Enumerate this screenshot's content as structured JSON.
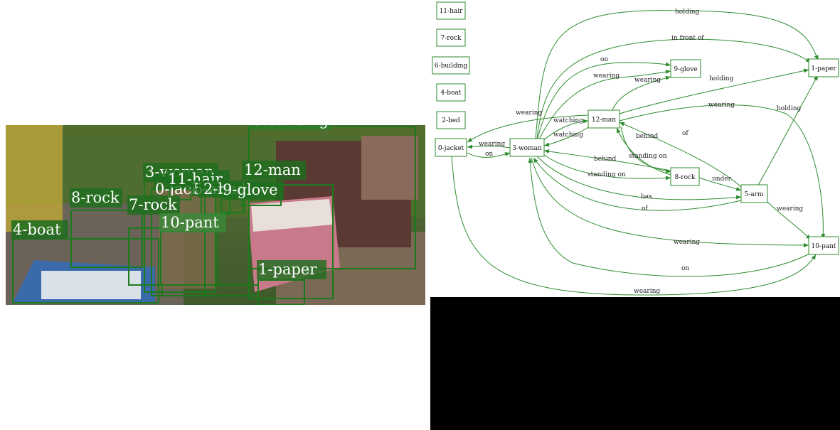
{
  "image_labels": {
    "building": "6-building",
    "woman": "3-woman",
    "hair": "11-hair",
    "man": "12-man",
    "jacket": "0-jacket",
    "bed": "2-bed",
    "arm": "5-arm",
    "glove": "9-glove",
    "rock7": "7-rock",
    "rock8": "8-rock",
    "boat": "4-boat",
    "pant": "10-pant",
    "paper": "1-paper"
  },
  "graph": {
    "nodes": {
      "hair": "11-hair",
      "rock7": "7-rock",
      "building": "6-building",
      "boat": "4-boat",
      "bed": "2-bed",
      "jacket": "0-jacket",
      "woman": "3-woman",
      "man": "12-man",
      "glove": "9-glove",
      "paper": "1-paper",
      "rock8": "8-rock",
      "arm": "5-arm",
      "pant": "10-pant"
    },
    "edges": {
      "woman_paper_holding": "holding",
      "woman_paper_infront": "in front of",
      "woman_glove_on": "on",
      "woman_glove_wearing": "wearing",
      "man_glove_wearing": "wearing",
      "man_paper_holding": "holding",
      "man_jacket_wearing": "wearing",
      "man_pant_wearing": "wearing",
      "arm_paper_holding": "holding",
      "woman_man_watching": "watching",
      "man_woman_watching": "watching",
      "woman_jacket_wearing": "wearing",
      "jacket_woman_on": "on",
      "rock8_man_behind": "behind",
      "man_rock8_standing": "standing on",
      "arm_man_of": "of",
      "rock8_woman_behind": "behind",
      "woman_rock8_standing": "standing on",
      "rock8_arm_under": "under",
      "woman_arm_has": "has",
      "arm_woman_of": "of",
      "arm_pant_wearing": "wearing",
      "woman_pant_wearing": "wearing",
      "pant_woman_on": "on",
      "jacket_pant_wearing": "wearing"
    }
  },
  "colors": {
    "box_green": "#1b7a1b",
    "label_bg": "#1e6e1e",
    "edge_green": "#2e8b2e"
  }
}
